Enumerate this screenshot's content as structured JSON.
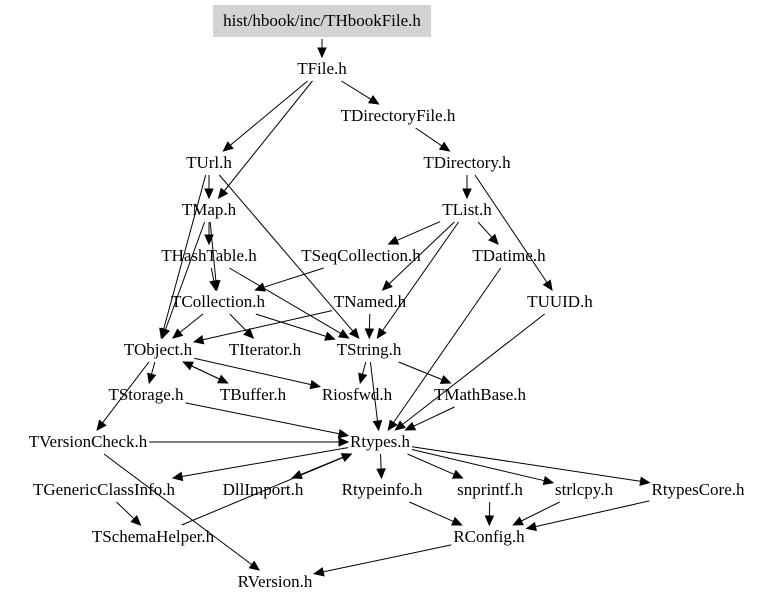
{
  "root": "hist/hbook/inc/THbookFile.h",
  "nodes": {
    "THbookFile": "hist/hbook/inc/THbookFile.h",
    "TFile": "TFile.h",
    "TDirectoryFile": "TDirectoryFile.h",
    "TDirectory": "TDirectory.h",
    "TUrl": "TUrl.h",
    "TMap": "TMap.h",
    "TList": "TList.h",
    "THashTable": "THashTable.h",
    "TSeqCollection": "TSeqCollection.h",
    "TDatime": "TDatime.h",
    "TCollection": "TCollection.h",
    "TNamed": "TNamed.h",
    "TUUID": "TUUID.h",
    "TObject": "TObject.h",
    "TIterator": "TIterator.h",
    "TString": "TString.h",
    "TStorage": "TStorage.h",
    "TBuffer": "TBuffer.h",
    "Riosfwd": "Riosfwd.h",
    "TMathBase": "TMathBase.h",
    "TVersionCheck": "TVersionCheck.h",
    "Rtypes": "Rtypes.h",
    "TGenericClassInfo": "TGenericClassInfo.h",
    "DllImport": "DllImport.h",
    "Rtypeinfo": "Rtypeinfo.h",
    "snprintf": "snprintf.h",
    "strlcpy": "strlcpy.h",
    "RtypesCore": "RtypesCore.h",
    "TSchemaHelper": "TSchemaHelper.h",
    "RConfig": "RConfig.h",
    "RVersion": "RVersion.h"
  },
  "edges": [
    [
      "THbookFile",
      "TFile"
    ],
    [
      "TFile",
      "TDirectoryFile"
    ],
    [
      "TFile",
      "TUrl"
    ],
    [
      "TFile",
      "TMap"
    ],
    [
      "TDirectoryFile",
      "TDirectory"
    ],
    [
      "TDirectory",
      "TList"
    ],
    [
      "TDirectory",
      "TUUID"
    ],
    [
      "TUrl",
      "TMap"
    ],
    [
      "TUrl",
      "TObject"
    ],
    [
      "TUrl",
      "TString"
    ],
    [
      "TMap",
      "THashTable"
    ],
    [
      "TMap",
      "TCollection"
    ],
    [
      "TMap",
      "TObject"
    ],
    [
      "TList",
      "TSeqCollection"
    ],
    [
      "TList",
      "TDatime"
    ],
    [
      "TList",
      "TNamed"
    ],
    [
      "TList",
      "TString"
    ],
    [
      "THashTable",
      "TCollection"
    ],
    [
      "THashTable",
      "TString"
    ],
    [
      "TSeqCollection",
      "TCollection"
    ],
    [
      "TCollection",
      "TObject"
    ],
    [
      "TCollection",
      "TIterator"
    ],
    [
      "TCollection",
      "TString"
    ],
    [
      "TNamed",
      "TObject"
    ],
    [
      "TNamed",
      "TString"
    ],
    [
      "TDatime",
      "Rtypes"
    ],
    [
      "TUUID",
      "Rtypes"
    ],
    [
      "TObject",
      "TStorage"
    ],
    [
      "TObject",
      "TBuffer"
    ],
    [
      "TObject",
      "Riosfwd"
    ],
    [
      "TObject",
      "TVersionCheck"
    ],
    [
      "TBuffer",
      "TObject"
    ],
    [
      "TString",
      "Riosfwd"
    ],
    [
      "TString",
      "TMathBase"
    ],
    [
      "TString",
      "Rtypes"
    ],
    [
      "TMathBase",
      "Rtypes"
    ],
    [
      "TStorage",
      "Rtypes"
    ],
    [
      "TVersionCheck",
      "Rtypes"
    ],
    [
      "TVersionCheck",
      "RVersion"
    ],
    [
      "Rtypes",
      "TGenericClassInfo"
    ],
    [
      "Rtypes",
      "DllImport"
    ],
    [
      "Rtypes",
      "Rtypeinfo"
    ],
    [
      "Rtypes",
      "snprintf"
    ],
    [
      "Rtypes",
      "strlcpy"
    ],
    [
      "Rtypes",
      "RtypesCore"
    ],
    [
      "TGenericClassInfo",
      "TSchemaHelper"
    ],
    [
      "TSchemaHelper",
      "Rtypes"
    ],
    [
      "Rtypeinfo",
      "RConfig"
    ],
    [
      "snprintf",
      "RConfig"
    ],
    [
      "strlcpy",
      "RConfig"
    ],
    [
      "RtypesCore",
      "RConfig"
    ],
    [
      "RConfig",
      "RVersion"
    ]
  ]
}
